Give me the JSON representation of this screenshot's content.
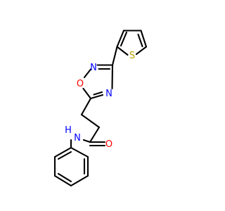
{
  "molecule": {
    "atom_labels": {
      "sulfur": "S",
      "oxadiazole_oxygen": "O",
      "oxadiazole_nitrogen_3": "N",
      "oxadiazole_nitrogen_4": "N",
      "amide_oxygen": "O",
      "amide_nitrogen": "N",
      "amide_hydrogen": "H"
    },
    "colors": {
      "bond": "#000000",
      "sulfur": "#b8a000",
      "oxygen": "#ff0000",
      "nitrogen": "#0000ff",
      "background": "#ffffff"
    }
  }
}
